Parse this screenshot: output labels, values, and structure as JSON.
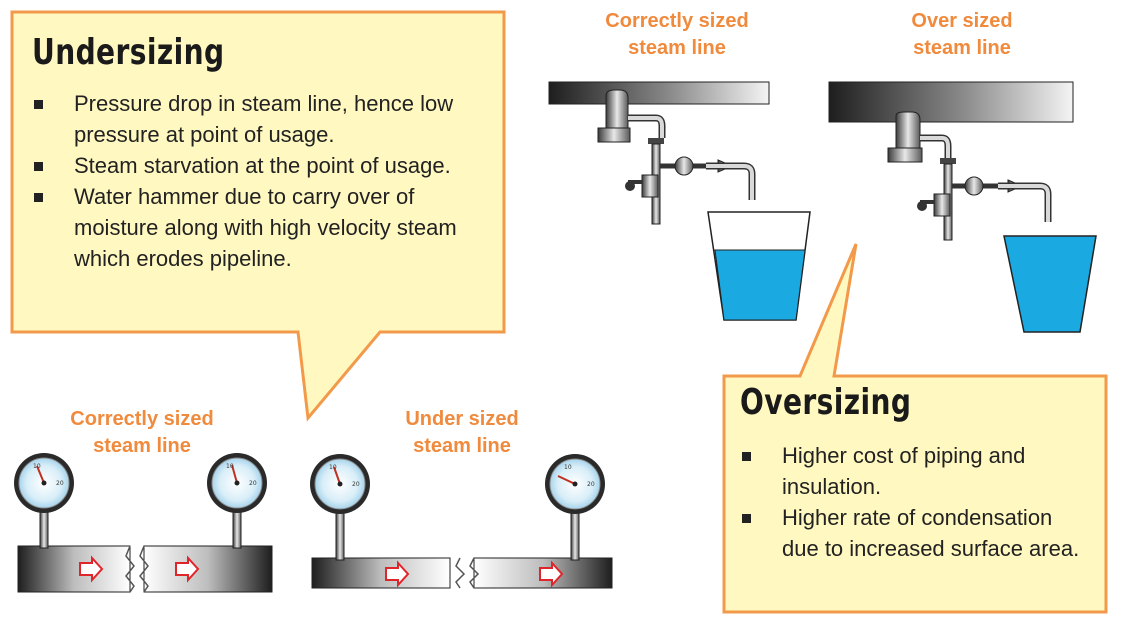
{
  "undersizing": {
    "title": "Undersizing",
    "bullets": [
      "Pressure drop in steam line, hence low pressure at point of usage.",
      "Steam starvation at the point of usage.",
      "Water hammer due to carry over of moisture along with high velocity steam which erodes pipeline."
    ]
  },
  "oversizing": {
    "title": "Oversizing",
    "bullets": [
      "Higher cost of piping and insulation.",
      "Higher rate of condensation due to increased surface area."
    ]
  },
  "labels": {
    "top_correct_l1": "Correctly sized",
    "top_correct_l2": "steam line",
    "top_over_l1": "Over sized",
    "top_over_l2": "steam line",
    "bottom_correct_l1": "Correctly sized",
    "bottom_correct_l2": "steam line",
    "bottom_under_l1": "Under sized",
    "bottom_under_l2": "steam line"
  },
  "colors": {
    "callout_fill": "#fff8c0",
    "callout_border": "#f29a4a",
    "label_orange": "#f08a3c",
    "water_blue": "#1aa9e0",
    "arrow_red": "#e0252a"
  }
}
